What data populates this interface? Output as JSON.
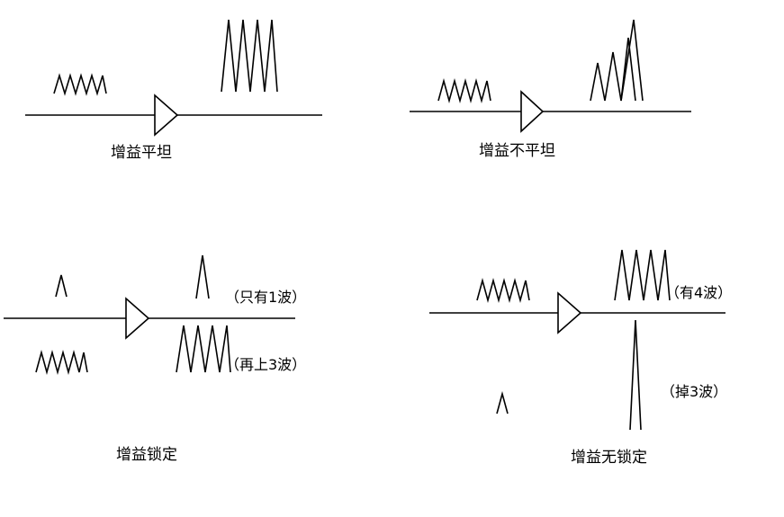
{
  "panels": {
    "flat": {
      "caption": "增益平坦"
    },
    "unflat": {
      "caption": "增益不平坦"
    },
    "locked": {
      "caption": "增益锁定",
      "note_one_wave": "（只有1波）",
      "note_up_three": "（再上3波）"
    },
    "unlocked": {
      "caption": "增益无锁定",
      "note_four_waves": "（有4波）",
      "note_drop_three": "（掉3波）"
    }
  },
  "colors": {
    "stroke": "#000000",
    "background": "#ffffff"
  }
}
